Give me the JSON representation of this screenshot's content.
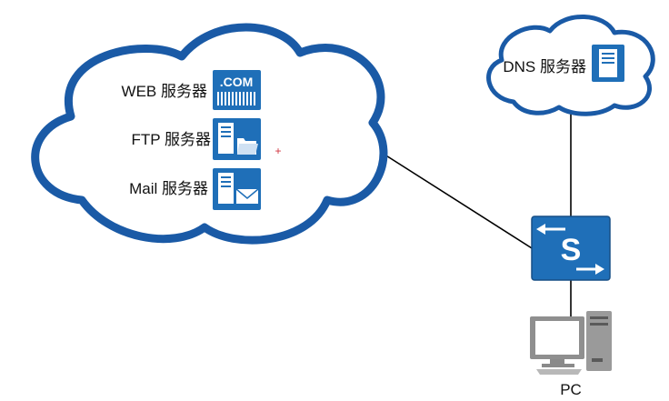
{
  "internet_cloud": {
    "services": [
      {
        "label": "WEB 服务器",
        "icon": "web-server-icon",
        "icon_text": ".COM"
      },
      {
        "label": "FTP 服务器",
        "icon": "ftp-server-icon"
      },
      {
        "label": "Mail 服务器",
        "icon": "mail-server-icon"
      }
    ]
  },
  "dns_cloud": {
    "label": "DNS 服务器",
    "icon": "dns-server-icon"
  },
  "switch": {
    "icon": "switch-icon",
    "icon_text": "S"
  },
  "pc": {
    "label": "PC",
    "icon": "pc-icon"
  },
  "colors": {
    "cloud_stroke": "#1a5aa6",
    "icon_blue": "#1f6fb8",
    "icon_dark": "#174f86",
    "link": "#000000",
    "marker": "#d0313d"
  }
}
